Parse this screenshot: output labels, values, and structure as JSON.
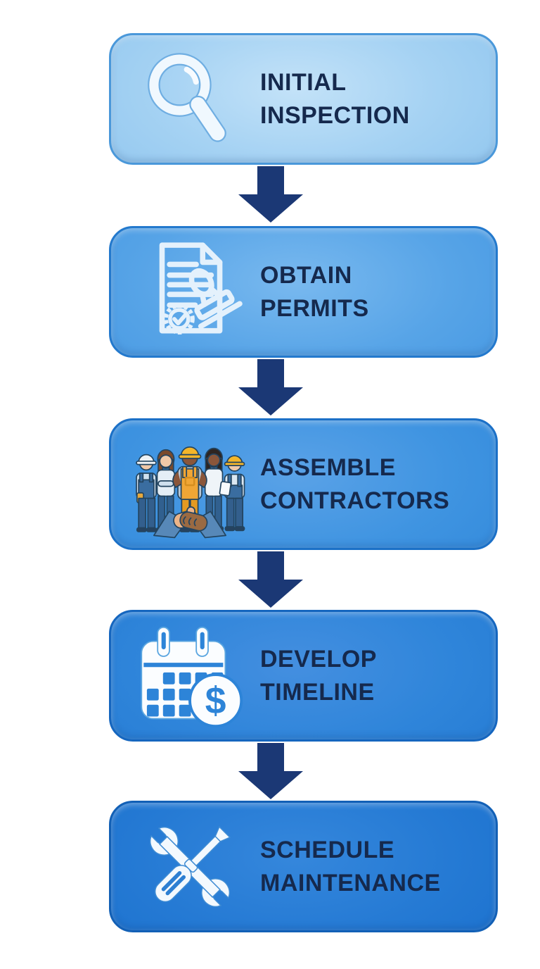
{
  "flowchart": {
    "background_color": "#ffffff",
    "arrow_color": "#1b3875",
    "label_color": "#15294d",
    "connector": {
      "icon": "down-arrow-icon",
      "count": 4
    },
    "steps": [
      {
        "name": "initial-inspection",
        "line1": "INITIAL",
        "line2": "INSPECTION",
        "icon": "magnifying-glass-icon",
        "fill": "#9fcdf1",
        "border": "#4a98da"
      },
      {
        "name": "obtain-permits",
        "line1": "OBTAIN",
        "line2": "PERMITS",
        "icon": "permit-document-stamp-icon",
        "fill": "#4a9ce4",
        "border": "#2379cd"
      },
      {
        "name": "assemble-contractors",
        "line1": "ASSEMBLE",
        "line2": "CONTRACTORS",
        "icon": "contractors-handshake-icon",
        "fill": "#3a91df",
        "border": "#1b70c7"
      },
      {
        "name": "develop-timeline",
        "line1": "DEVELOP",
        "line2": "TIMELINE",
        "icon": "calendar-dollar-icon",
        "fill": "#2a83d9",
        "border": "#1566bf",
        "icon_glyph": "$"
      },
      {
        "name": "schedule-maintenance",
        "line1": "SCHEDULE",
        "line2": "MAINTENANCE",
        "icon": "crossed-tools-icon",
        "fill": "#2179d3",
        "border": "#1260b6"
      }
    ]
  }
}
